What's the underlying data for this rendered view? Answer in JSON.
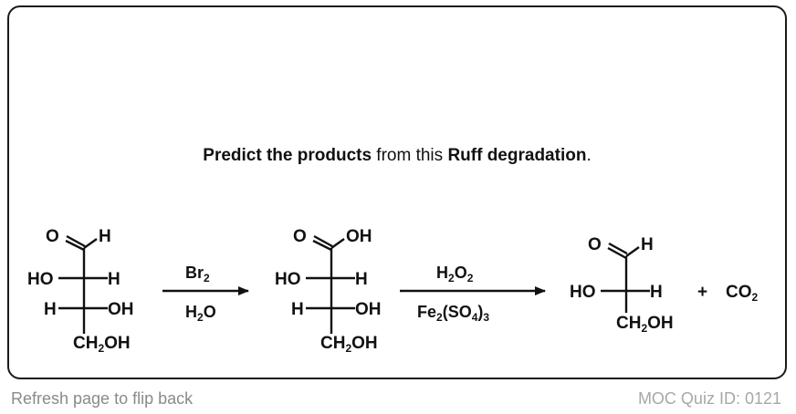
{
  "quiz": {
    "prompt_bold_1": "Predict the products",
    "prompt_mid": " from this ",
    "prompt_bold_2": "Ruff degradation",
    "prompt_end": ".",
    "footer_left": "Refresh page to flip back",
    "footer_right": "MOC Quiz ID: 0121"
  },
  "scheme": {
    "reactant": {
      "top_O": "O",
      "top_H": "H",
      "row1_left": "HO",
      "row1_right": "H",
      "row2_left": "H",
      "row2_right": "OH",
      "bottom_CH": "CH",
      "bottom_sub": "2",
      "bottom_OH": "OH"
    },
    "step1": {
      "reagent_top": "Br",
      "reagent_top_sub": "2",
      "reagent_bottom": "H",
      "reagent_bottom_sub": "2",
      "reagent_bottom_end": "O"
    },
    "intermediate": {
      "top_O": "O",
      "top_OH": "OH",
      "row1_left": "HO",
      "row1_right": "H",
      "row2_left": "H",
      "row2_right": "OH",
      "bottom_CH": "CH",
      "bottom_sub": "2",
      "bottom_OH": "OH"
    },
    "step2": {
      "top_H": "H",
      "top_sub1": "2",
      "top_O": "O",
      "top_sub2": "2",
      "bot_Fe": "Fe",
      "bot_sub1": "2",
      "bot_SO": "(SO",
      "bot_sub2": "4",
      "bot_close": ")",
      "bot_sub3": "3"
    },
    "product": {
      "top_O": "O",
      "top_H": "H",
      "row1_left": "HO",
      "row1_right": "H",
      "bottom_CH": "CH",
      "bottom_sub": "2",
      "bottom_OH": "OH"
    },
    "plus": "+",
    "co2": {
      "main": "CO",
      "sub": "2"
    }
  }
}
